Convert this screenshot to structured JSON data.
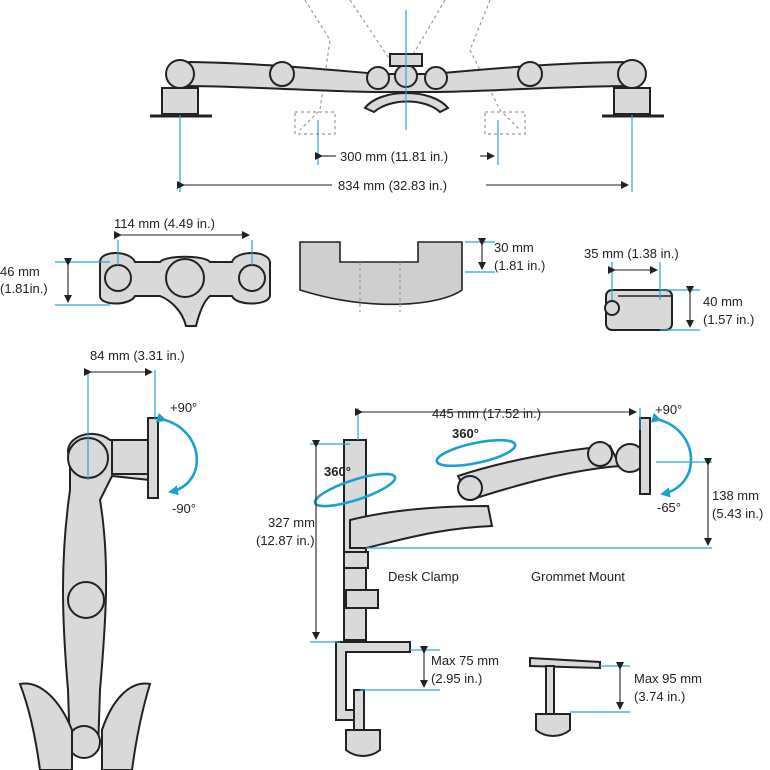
{
  "labels": {
    "w300": "300 mm (11.81 in.)",
    "w834": "834 mm (32.83 in.)",
    "w114": "114 mm (4.49 in.)",
    "h46_a": "46 mm",
    "h46_b": "(1.81in.)",
    "h30_a": "30 mm",
    "h30_b": "(1.81 in.)",
    "w35": "35 mm (1.38 in.)",
    "h40_a": "40 mm",
    "h40_b": "(1.57 in.)",
    "w84": "84 mm (3.31 in.)",
    "tilt_up_left": "+90°",
    "tilt_down_left": "-90°",
    "w445": "445 mm (17.52 in.)",
    "tilt_up_right": "+90°",
    "tilt_down_right": "-65°",
    "rot360_a": "360°",
    "rot360_b": "360°",
    "h327_a": "327 mm",
    "h327_b": "(12.87 in.)",
    "h138_a": "138 mm",
    "h138_b": "(5.43 in.)",
    "desk_clamp": "Desk Clamp",
    "grommet_mount": "Grommet Mount",
    "max75_a": "Max 75 mm",
    "max75_b": "(2.95 in.)",
    "max95_a": "Max 95 mm",
    "max95_b": "(3.74 in.)"
  },
  "colors": {
    "dimension_line": "#2aa6cf",
    "rotation_arrow": "#1d9fd0",
    "outline": "#222222"
  }
}
